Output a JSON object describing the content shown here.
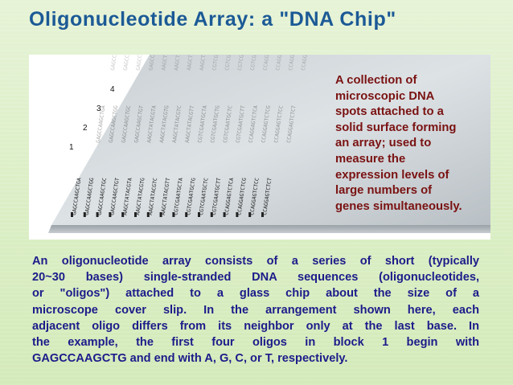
{
  "slide": {
    "title": "Oligonucleotide Array: a \"DNA Chip\"",
    "caption_lines": [
      "A collection of",
      "microscopic DNA",
      "spots attached to a",
      "solid surface forming",
      "an array; used to",
      "measure the",
      "expression levels of",
      "large numbers of",
      "genes simultaneously."
    ],
    "body_lines": [
      "An oligonucleotide array consists of a series of short (typically",
      "20~30 bases) single-stranded DNA sequences (oligonucleotides,",
      "or \"oligos\") attached to a glass chip about the size of a",
      "microscope cover slip.  In the arrangement shown here, each",
      "adjacent oligo differs from its neighbor only at the last base. In",
      "the example, the first four oligos in block 1 begin with",
      "GAGCCAAGCTG and end with A, G, C, or T, respectively."
    ]
  },
  "figure": {
    "block_numbers": [
      "1",
      "2",
      "3",
      "4"
    ],
    "probes": [
      "GAGCCAAGCTGA",
      "GAGCCAAGCTGG",
      "GAGCCAAGCTGC",
      "GAGCCAAGCTGT",
      "AAGCTATACGTA",
      "AAGCTATACGTG",
      "AAGCTATACGTC",
      "AAGCTATACGTT",
      "CGTCGAATGCTA",
      "CGTCGAATGCTG",
      "CGTCGAATGCTC",
      "CGTCGAATGCTT",
      "CCAGGAGTCTCA",
      "CCAGGAGTCTCG",
      "CCAGGAGTCTCC",
      "CCAGGAGTCTCT"
    ]
  }
}
